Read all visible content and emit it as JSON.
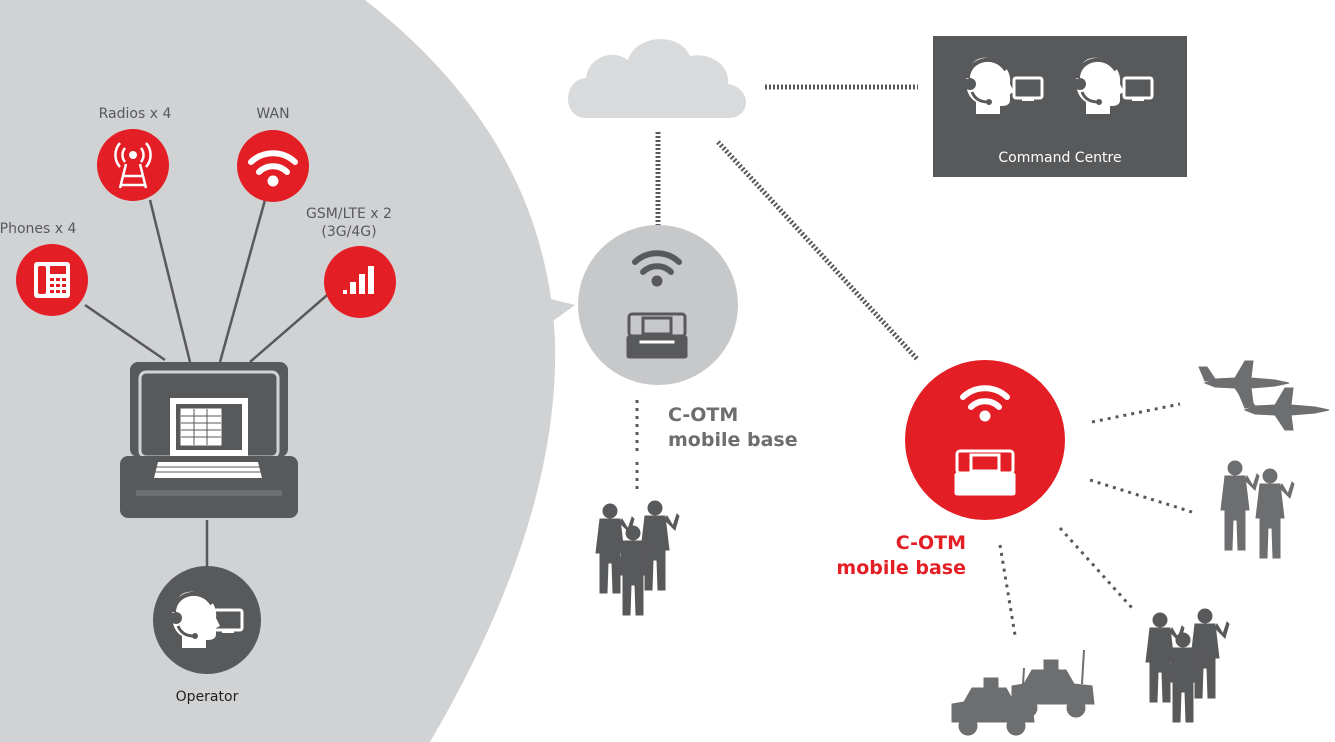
{
  "colors": {
    "accent_red": "#e31e24",
    "dark_gray": "#58595b",
    "panel_gray": "#d1d2d4",
    "circle_gray": "#c7c8ca",
    "cloud_gray": "#d9dadb",
    "line_gray": "#58595b",
    "white": "#ffffff"
  },
  "left_panel": {
    "radios_label": "Radios x 4",
    "wan_label": "WAN",
    "phones_label": "Phones x 4",
    "gsm_label_line1": "GSM/LTE x 2",
    "gsm_label_line2": "(3G/4G)",
    "operator_label": "Operator",
    "icons": {
      "radios": "radio-tower-icon",
      "wan": "wifi-icon",
      "phones": "desk-phone-icon",
      "gsm": "signal-bars-icon",
      "operator": "operator-headset-icon"
    }
  },
  "command_centre": {
    "label": "Command Centre"
  },
  "gray_base": {
    "label_line1": "C-OTM",
    "label_line2": "mobile base"
  },
  "red_base": {
    "label_line1": "C-OTM",
    "label_line2": "mobile base"
  }
}
